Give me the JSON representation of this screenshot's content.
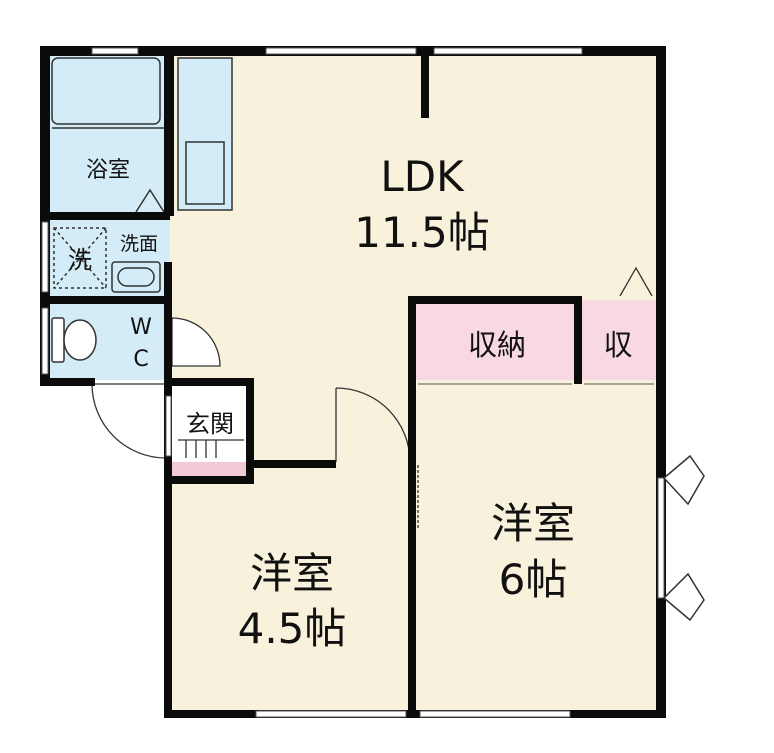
{
  "colors": {
    "wall": "#0b0b0b",
    "floor_ldk": "#f8f2dc",
    "floor_western": "#f8f2dc",
    "floor_wet": "#d3ecf7",
    "floor_storage": "#f8d9e3",
    "genkan_step": "#f3c9d6",
    "fixture_fill": "#d3ecf7",
    "fixture_line": "#333333",
    "window": "#ffffff"
  },
  "rooms": {
    "ldk": {
      "name": "LDK",
      "size": "11.5帖"
    },
    "western_small": {
      "name": "洋室",
      "size": "4.5帖"
    },
    "western_large": {
      "name": "洋室",
      "size": "6帖"
    },
    "bathroom": {
      "name": "浴室"
    },
    "washroom": {
      "name": "洗面"
    },
    "washer": {
      "name": "洗"
    },
    "toilet": {
      "name_line1": "W",
      "name_line2": "C"
    },
    "entrance": {
      "name": "玄関"
    },
    "storage": {
      "name": "収納"
    },
    "storage_small": {
      "name": "収"
    }
  }
}
